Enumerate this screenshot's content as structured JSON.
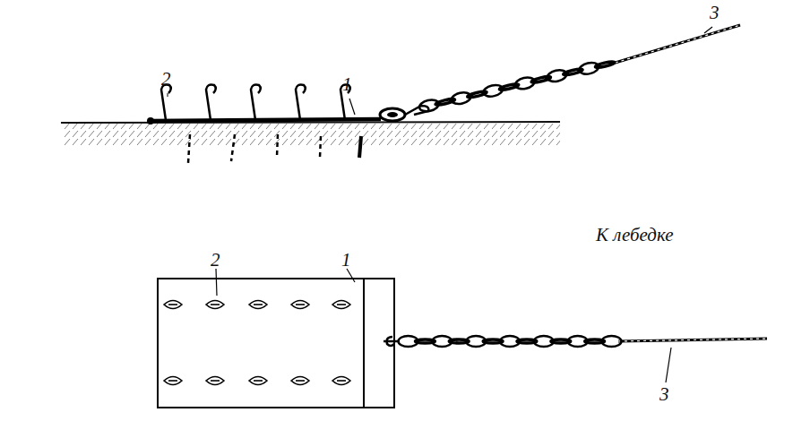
{
  "diagram": {
    "labels": [
      "2",
      "1",
      "3",
      "2",
      "1",
      "К лебедке",
      "3"
    ]
  }
}
